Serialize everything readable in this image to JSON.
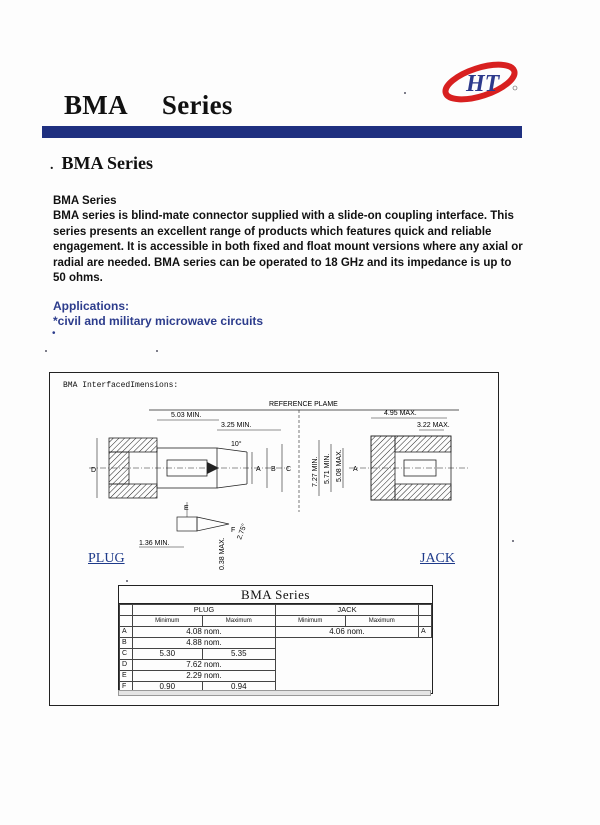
{
  "header": {
    "title_word1": "BMA",
    "title_word2": "Series",
    "logo_text": "HT",
    "colors": {
      "bar": "#1f3080",
      "accent_red": "#d82020",
      "link_blue": "#2c3c8c"
    }
  },
  "section": {
    "title": "BMA Series"
  },
  "intro": {
    "heading": "BMA Series",
    "paragraph": "BMA series is blind-mate connector supplied with a slide-on coupling interface. This series presents an excellent range of products which features quick and reliable engagement.   It is accessible in both fixed and float mount versions where any axial or radial are needed.   BMA series can be operated to 18 GHz and its impedance is up to 50 ohms."
  },
  "applications": {
    "heading": "Applications:",
    "item": "*civil and military microwave circuits",
    "bullet": "•"
  },
  "drawing": {
    "caption": "BMA InterfacedImensions:",
    "reference": "REFERENCE PLAME",
    "dims": {
      "d503": "5.03 MIN.",
      "d325": "3.25 MIN.",
      "angle": "10°",
      "d136": "1.36 MIN.",
      "d038": "0.38 MAX.",
      "d2": "2.75°",
      "d495": "4.95 MAX.",
      "d322": "3.22 MAX.",
      "d727": "7.27 MIN.",
      "d571": "5.71 MIN.",
      "d508": "5.08 MAX."
    },
    "letters": {
      "A": "A",
      "B": "B",
      "C": "C",
      "D": "D",
      "E": "E",
      "F": "F"
    },
    "plug_label": "PLUG",
    "jack_label": "JACK"
  },
  "table": {
    "title": "BMA Series",
    "plug_header": "PLUG",
    "jack_header": "JACK",
    "min_label": "Minimum",
    "max_label": "Maximum",
    "rows": [
      {
        "letter": "A",
        "plug": "4.08 nom.",
        "jack": "4.06 nom.",
        "jack_letter": "A"
      },
      {
        "letter": "B",
        "plug": "4.88 nom."
      },
      {
        "letter": "C",
        "plug_min": "5.30",
        "plug_max": "5.35"
      },
      {
        "letter": "D",
        "plug": "7.62 nom."
      },
      {
        "letter": "E",
        "plug": "2.29 nom."
      },
      {
        "letter": "F",
        "plug_min": "0.90",
        "plug_max": "0.94"
      }
    ]
  }
}
